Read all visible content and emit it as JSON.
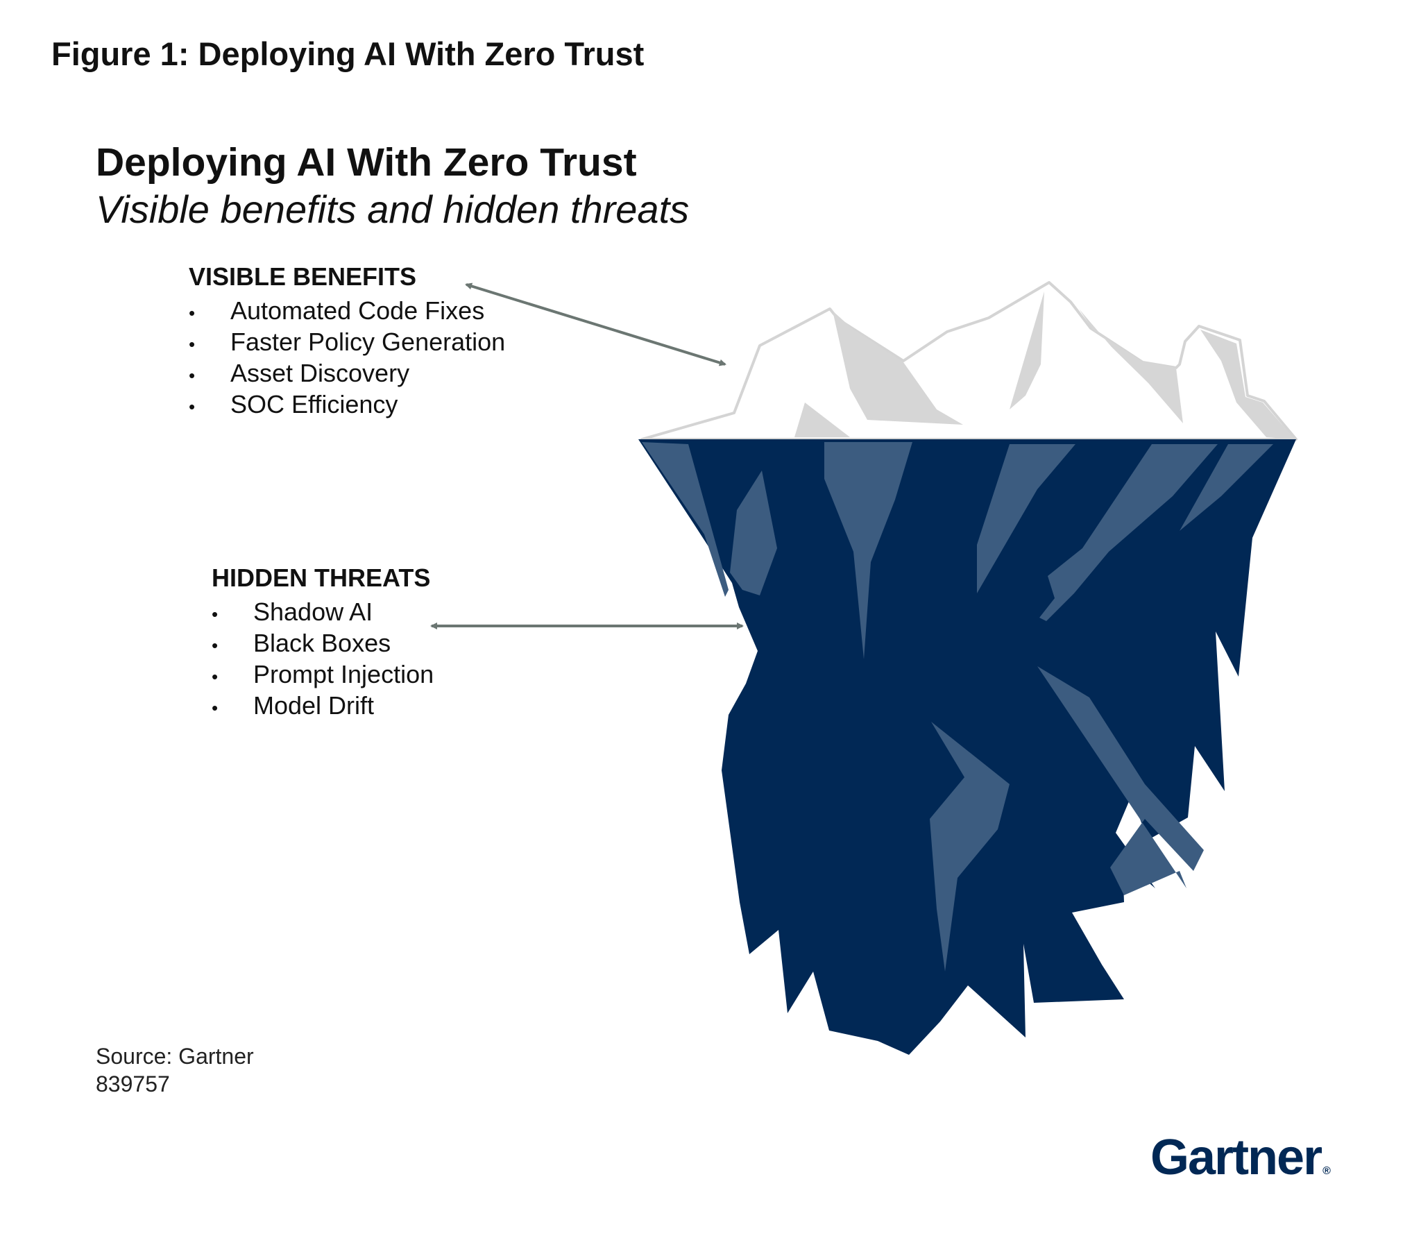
{
  "figure_title": "Figure 1: Deploying AI With Zero Trust",
  "diagram": {
    "title": "Deploying AI With Zero Trust",
    "subtitle": "Visible benefits and hidden threats"
  },
  "visible_benefits": {
    "heading": "VISIBLE BENEFITS",
    "items": [
      "Automated Code Fixes",
      "Faster Policy Generation",
      "Asset Discovery",
      "SOC Efficiency"
    ]
  },
  "hidden_threats": {
    "heading": "HIDDEN THREATS",
    "items": [
      "Shadow AI",
      "Black Boxes",
      "Prompt Injection",
      "Model Drift"
    ]
  },
  "bullet_symbol": "•",
  "source": {
    "label": "Source: Gartner",
    "id": "839757"
  },
  "logo": {
    "text": "Gartner",
    "mark": "®"
  },
  "colors": {
    "iceberg_underwater": "#012855",
    "iceberg_underwater_highlight": "#3c5c80",
    "iceberg_tip": "#ffffff",
    "iceberg_tip_outline": "#d4d4d4",
    "iceberg_tip_shade": "#d6d6d6",
    "arrow": "#6b7672",
    "logo": "#012855"
  }
}
